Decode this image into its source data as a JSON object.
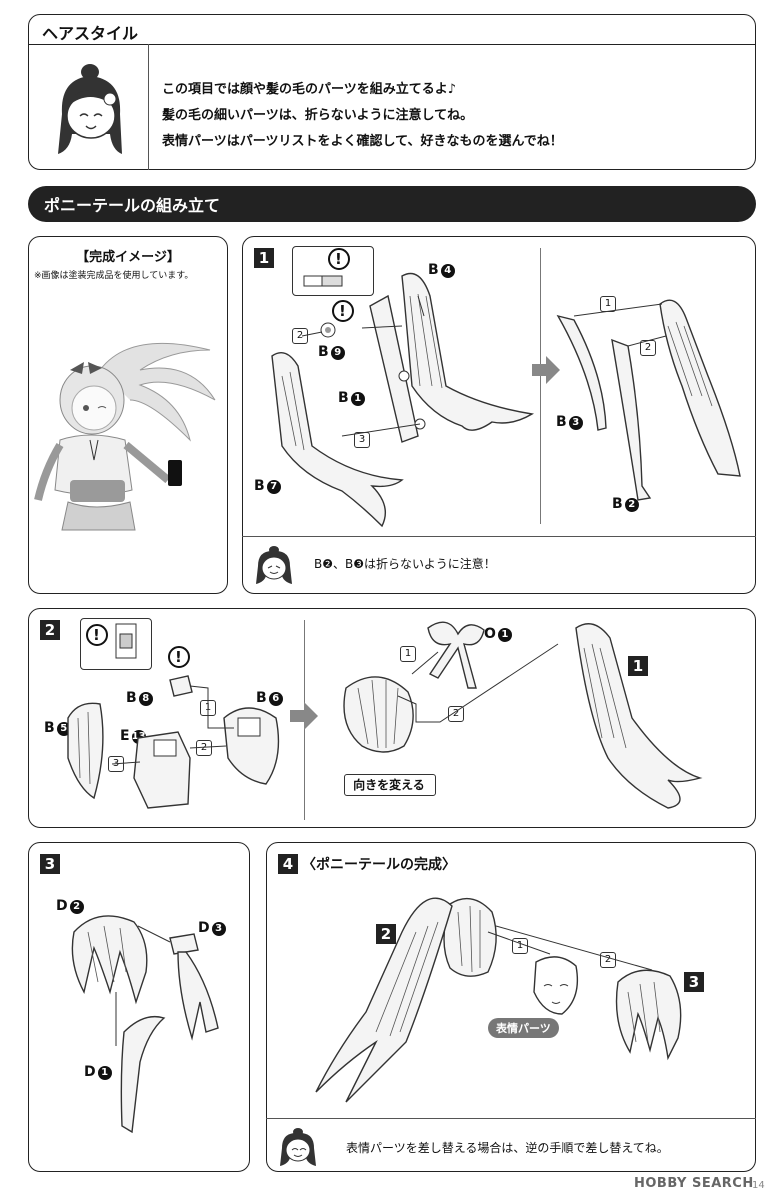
{
  "hair_section": {
    "title": "ヘアスタイル",
    "lines": [
      "この項目では顔や髪の毛のパーツを組み立てるよ♪",
      "髪の毛の細いパーツは、折らないように注意してね。",
      "表情パーツはパーツリストをよく確認して、好きなものを選んでね！"
    ]
  },
  "ponytail_section": {
    "title": "ポニーテールの組み立て"
  },
  "preview": {
    "title": "【完成イメージ】",
    "note": "※画像は塗装完成品を使用しています。"
  },
  "step1": {
    "num": "1",
    "parts": {
      "b4": "B",
      "b9": "B",
      "b1": "B",
      "b7": "B",
      "b3": "B",
      "b2": "B"
    },
    "part_nums": {
      "b4": "4",
      "b9": "9",
      "b1": "1",
      "b7": "7",
      "b3": "3",
      "b2": "2"
    },
    "steps": [
      "1",
      "2",
      "3"
    ],
    "warning": "B❷、B❸は折らないように注意！",
    "alert": "!"
  },
  "step2": {
    "num": "2",
    "parts": {
      "b8": "B",
      "b6": "B",
      "b5": "B",
      "e13": "E",
      "o1": "O"
    },
    "part_nums": {
      "b8": "8",
      "b6": "6",
      "b5": "5",
      "e13": "13",
      "o1": "1"
    },
    "steps": [
      "1",
      "2",
      "3"
    ],
    "turn_label": "向きを変える",
    "ref": "1",
    "alert": "!"
  },
  "step3": {
    "num": "3",
    "parts": {
      "d2": "D",
      "d3": "D",
      "d1": "D"
    },
    "part_nums": {
      "d2": "2",
      "d3": "3",
      "d1": "1"
    }
  },
  "step4": {
    "num": "4",
    "title": "〈ポニーテールの完成〉",
    "ref2": "2",
    "ref3": "3",
    "steps": [
      "1",
      "2"
    ],
    "face_label": "表情パーツ",
    "note": "表情パーツを差し替える場合は、逆の手順で差し替えてね。"
  },
  "footer": {
    "watermark": "HOBBY SEARCH",
    "page": "14"
  }
}
